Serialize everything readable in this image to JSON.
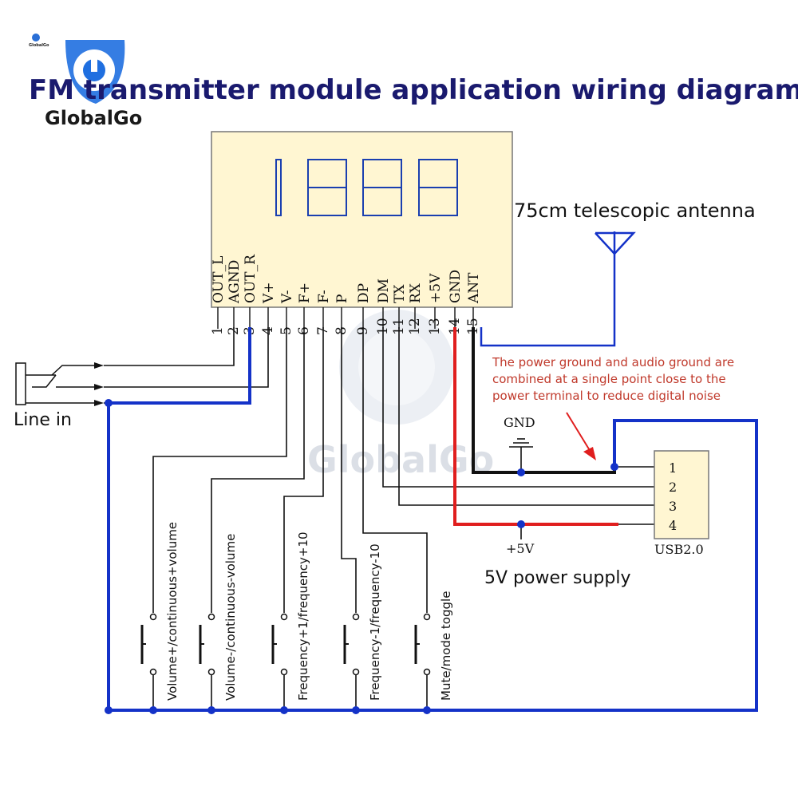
{
  "title": "FM transmitter module application wiring diagram",
  "logo": {
    "brand": "GlobalGo",
    "small_text": "GlobalGo"
  },
  "watermark": "GlobalGo",
  "display": {
    "digits": "1888"
  },
  "pins": [
    {
      "num": "1",
      "name": "OUT_L"
    },
    {
      "num": "2",
      "name": "AGND"
    },
    {
      "num": "3",
      "name": "OUT_R"
    },
    {
      "num": "4",
      "name": "V+"
    },
    {
      "num": "5",
      "name": "V-"
    },
    {
      "num": "6",
      "name": "F+"
    },
    {
      "num": "7",
      "name": "F-"
    },
    {
      "num": "8",
      "name": "P"
    },
    {
      "num": "9",
      "name": "DP"
    },
    {
      "num": "10",
      "name": "DM"
    },
    {
      "num": "11",
      "name": "TX"
    },
    {
      "num": "12",
      "name": "RX"
    },
    {
      "num": "13",
      "name": "+5V"
    },
    {
      "num": "14",
      "name": "GND"
    },
    {
      "num": "15",
      "name": "ANT"
    }
  ],
  "labels": {
    "antenna": "75cm telescopic antenna",
    "line_in": "Line in",
    "power_supply": "5V power supply",
    "gnd": "GND",
    "plus5v": "+5V",
    "usb": "USB2.0",
    "note": [
      "The power ground and audio ground are",
      "combined at a single point close to the",
      "power terminal to reduce digital noise"
    ]
  },
  "usb_pins": [
    "1",
    "2",
    "3",
    "4"
  ],
  "buttons": [
    {
      "label": "Volume+/continuous+volume"
    },
    {
      "label": "Volume-/continuous-volume"
    },
    {
      "label": "Frequency+1/frequency+10"
    },
    {
      "label": "Frequency-1/frequency-10"
    },
    {
      "label": "Mute/mode toggle"
    }
  ],
  "colors": {
    "blue_wire": "#1432c8",
    "red_wire": "#e01e1e",
    "module_fill": "#fff6d2",
    "title": "#1a1a6e"
  }
}
